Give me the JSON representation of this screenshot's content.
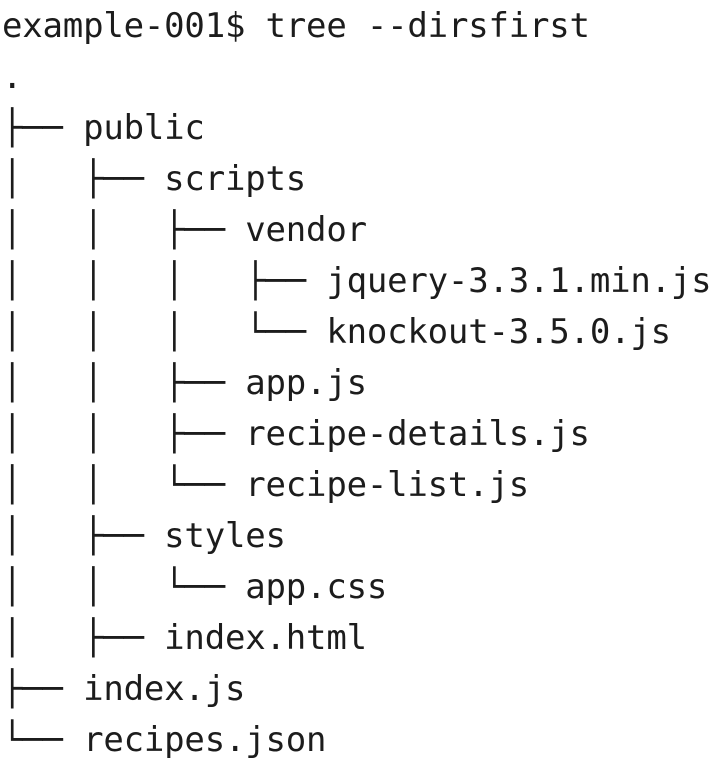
{
  "terminal": {
    "prompt": "example-001$ ",
    "command": "tree --dirsfirst",
    "tree_lines": [
      ".",
      "├── public",
      "│   ├── scripts",
      "│   │   ├── vendor",
      "│   │   │   ├── jquery-3.3.1.min.js",
      "│   │   │   └── knockout-3.5.0.js",
      "│   │   ├── app.js",
      "│   │   ├── recipe-details.js",
      "│   │   └── recipe-list.js",
      "│   ├── styles",
      "│   │   └── app.css",
      "│   ├── index.html",
      "├── index.js",
      "└── recipes.json"
    ]
  },
  "colors": {
    "background": "#ffffff",
    "text": "#1c1c1c"
  }
}
